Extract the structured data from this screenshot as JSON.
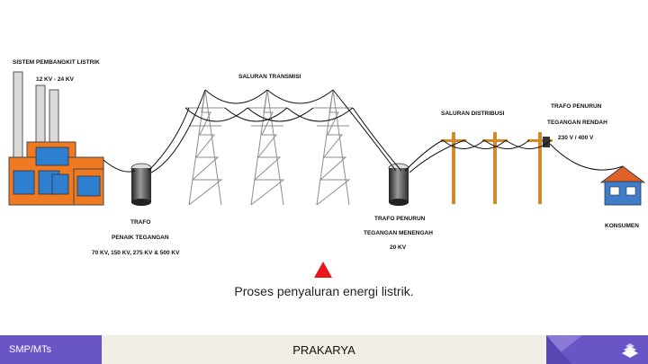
{
  "labels": {
    "generator_title": "SISTEM PEMBANGKIT LISTRIK",
    "generator_voltage": "12 KV - 24 KV",
    "transmission": "SALURAN TRANSMISI",
    "distribution": "SALURAN DISTRIBUSI",
    "stepdown_low_1": "TRAFO PENURUN",
    "stepdown_low_2": "TEGANGAN RENDAH",
    "stepdown_low_3": "230 V / 400 V",
    "stepup_1": "TRAFO",
    "stepup_2": "PENAIK TEGANGAN",
    "stepup_3": "70 KV, 150 KV, 275 KV & 500 KV",
    "stepdown_mid_1": "TRAFO PENURUN",
    "stepdown_mid_2": "TEGANGAN MENENGAH",
    "stepdown_mid_3": "20 KV",
    "consumer": "KONSUMEN"
  },
  "caption": "Proses penyaluran energi listrik.",
  "footer": {
    "left": "SMP/MTs",
    "center": "PRAKARYA"
  },
  "colors": {
    "factory": "#f07a22",
    "factory_windows": "#2e7fd0",
    "pole": "#d48a2a",
    "tower": "#8c8c8c",
    "footer_purple": "#6a55c7",
    "marker": "#e8151b"
  }
}
